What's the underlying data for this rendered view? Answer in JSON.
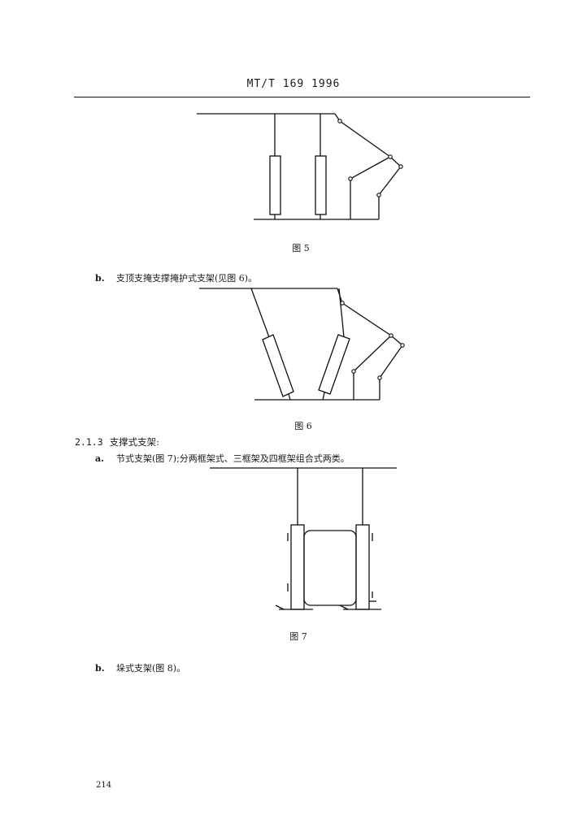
{
  "header": {
    "title": "MT/T 169  1996"
  },
  "figures": [
    {
      "caption": "图 5"
    },
    {
      "caption": "图 6"
    },
    {
      "caption": "图 7"
    }
  ],
  "paragraphs": {
    "b1": {
      "label": "b.",
      "text": "支顶支掩支撑掩护式支架(见图 6)。"
    },
    "section": {
      "number": "2.1.3",
      "title": "支撑式支架:"
    },
    "a": {
      "label": "a.",
      "text": "节式支架(图 7);分两框架式、三框架及四框架组合式两类。"
    },
    "b2": {
      "label": "b.",
      "text": "垛式支架(图 8)。"
    }
  },
  "footer": {
    "page_number": "214"
  }
}
